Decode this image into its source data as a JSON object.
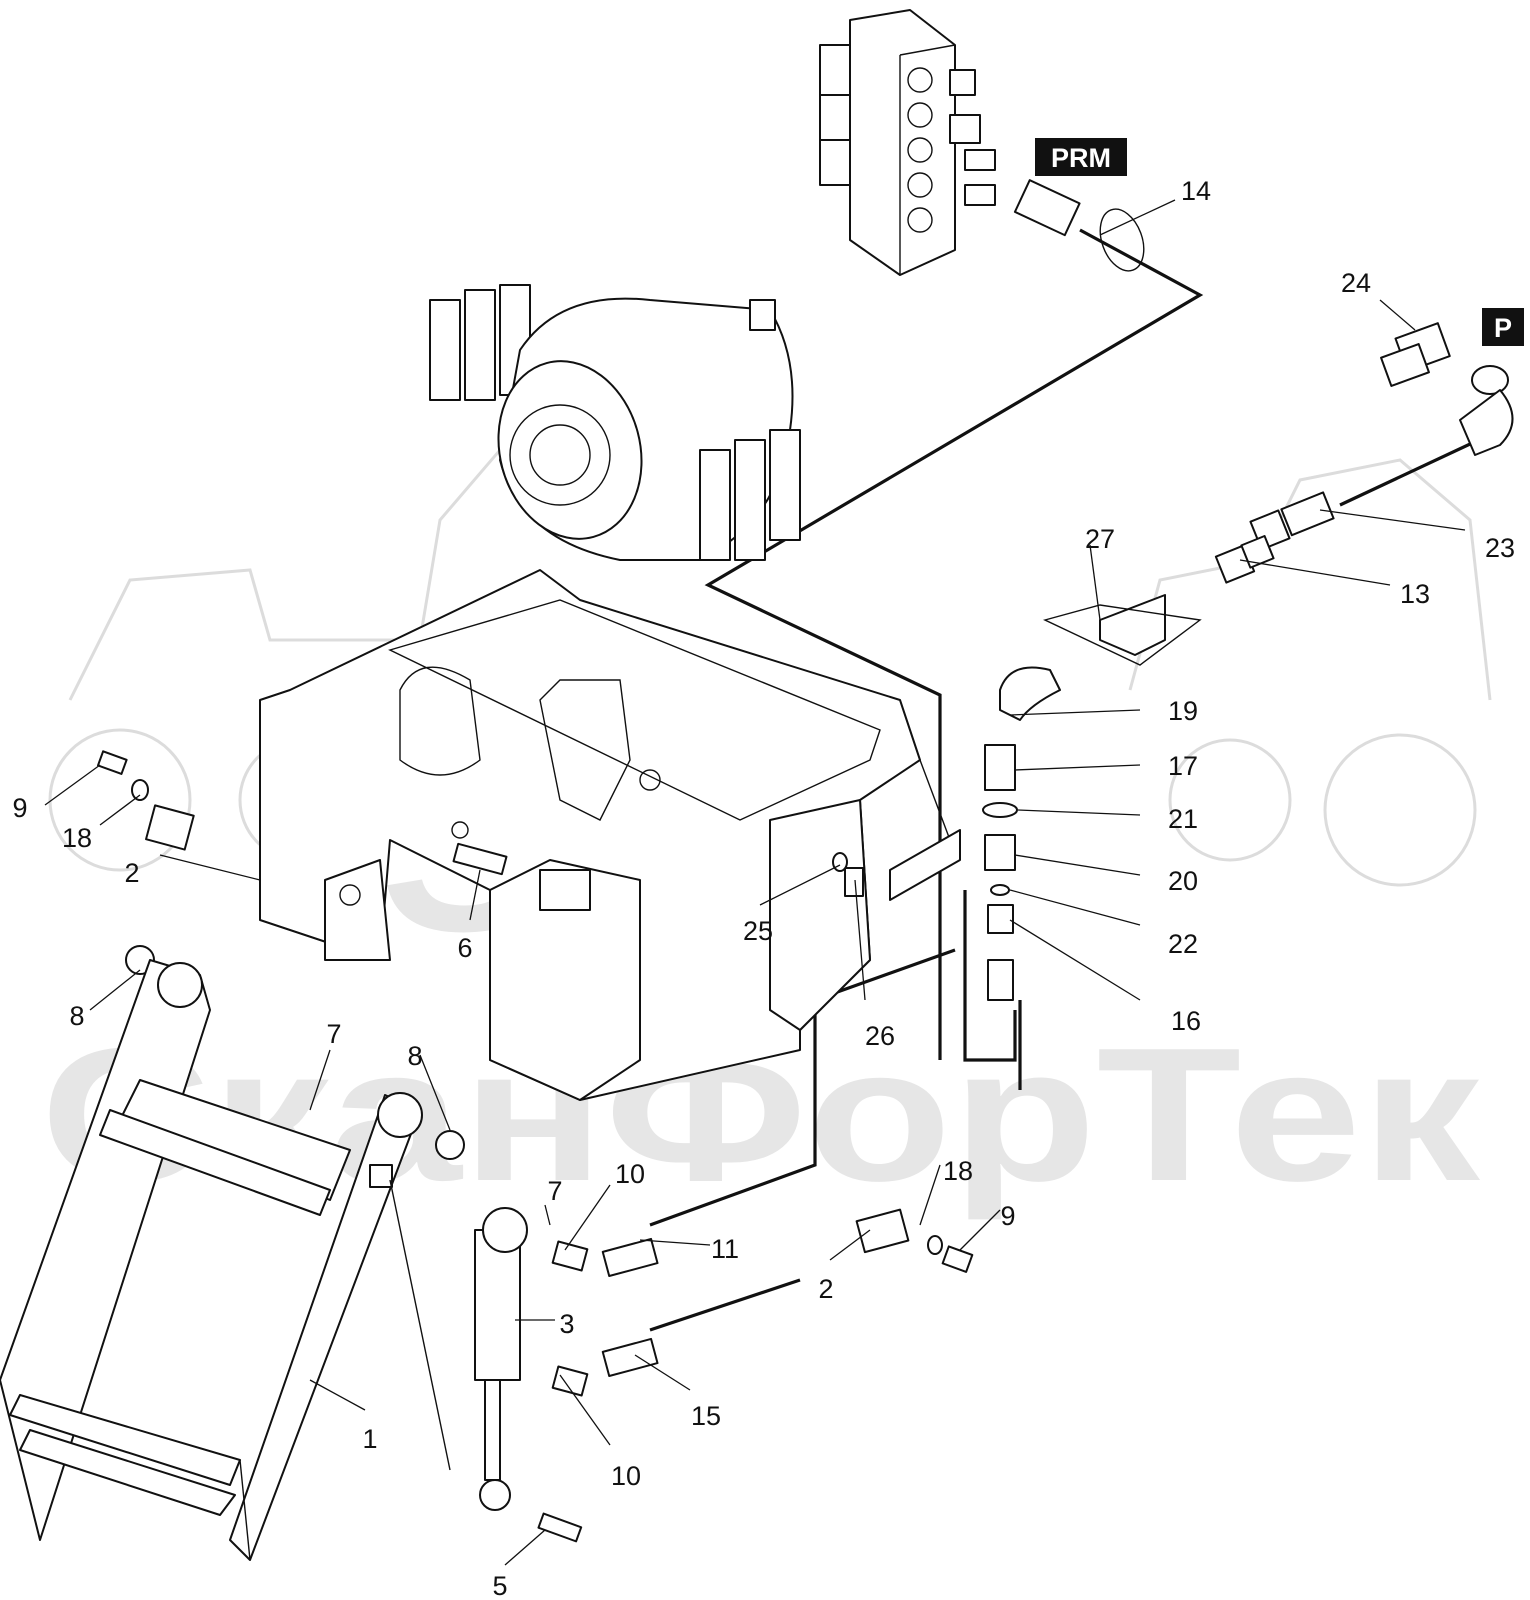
{
  "tags": {
    "prm": "PRM",
    "p": "P"
  },
  "watermark": {
    "top": "SFT",
    "bottom": "СканФорТек"
  },
  "callouts": [
    {
      "id": "c9a",
      "text": "9"
    },
    {
      "id": "c18a",
      "text": "18"
    },
    {
      "id": "c2a",
      "text": "2"
    },
    {
      "id": "c8a",
      "text": "8"
    },
    {
      "id": "c7a",
      "text": "7"
    },
    {
      "id": "c8b",
      "text": "8"
    },
    {
      "id": "c6",
      "text": "6"
    },
    {
      "id": "c25",
      "text": "25"
    },
    {
      "id": "c26",
      "text": "26"
    },
    {
      "id": "c7b",
      "text": "7"
    },
    {
      "id": "c10a",
      "text": "10"
    },
    {
      "id": "c11",
      "text": "11"
    },
    {
      "id": "c3",
      "text": "3"
    },
    {
      "id": "c15",
      "text": "15"
    },
    {
      "id": "c10b",
      "text": "10"
    },
    {
      "id": "c1",
      "text": "1"
    },
    {
      "id": "c5",
      "text": "5"
    },
    {
      "id": "c18b",
      "text": "18"
    },
    {
      "id": "c9b",
      "text": "9"
    },
    {
      "id": "c2b",
      "text": "2"
    },
    {
      "id": "c14",
      "text": "14"
    },
    {
      "id": "c24",
      "text": "24"
    },
    {
      "id": "c23",
      "text": "23"
    },
    {
      "id": "c13",
      "text": "13"
    },
    {
      "id": "c27",
      "text": "27"
    },
    {
      "id": "c19",
      "text": "19"
    },
    {
      "id": "c17",
      "text": "17"
    },
    {
      "id": "c21",
      "text": "21"
    },
    {
      "id": "c20",
      "text": "20"
    },
    {
      "id": "c22",
      "text": "22"
    },
    {
      "id": "c16",
      "text": "16"
    }
  ]
}
